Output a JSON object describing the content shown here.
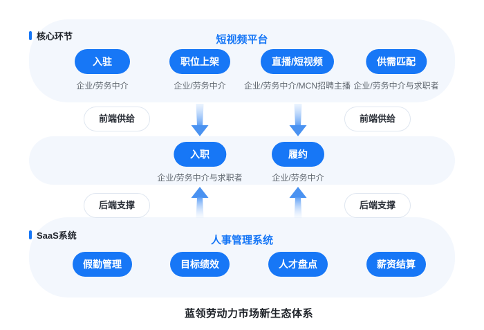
{
  "colors": {
    "accent_blue": "#1777f6",
    "panel_background": "#f3f7fd",
    "arrow_head": "#4a92f1",
    "arrow_shaft_light": "#ddebfd",
    "arrow_shaft_dark": "#60a0f5",
    "subtitle_gray": "#60676f"
  },
  "top_section": {
    "tag": "核心环节",
    "title": "短视频平台",
    "items": [
      {
        "label": "入驻",
        "subtitle": "企业/劳务中介"
      },
      {
        "label": "职位上架",
        "subtitle": "企业/劳务中介"
      },
      {
        "label": "直播/短视频",
        "subtitle": "企业/劳务中介/MCN招聘主播"
      },
      {
        "label": "供需匹配",
        "subtitle": "企业/劳务中介与求职者"
      }
    ]
  },
  "connectors": {
    "front_left": "前端供给",
    "front_right": "前端供给",
    "back_left": "后端支撑",
    "back_right": "后端支撑"
  },
  "middle_section": {
    "items": [
      {
        "label": "入职",
        "subtitle": "企业/劳务中介与求职者"
      },
      {
        "label": "履约",
        "subtitle": "企业/劳务中介"
      }
    ]
  },
  "bottom_section": {
    "tag": "SaaS系统",
    "title": "人事管理系统",
    "items": [
      {
        "label": "假勤管理"
      },
      {
        "label": "目标绩效"
      },
      {
        "label": "人才盘点"
      },
      {
        "label": "薪资结算"
      }
    ]
  },
  "caption": "蓝领劳动力市场新生态体系"
}
